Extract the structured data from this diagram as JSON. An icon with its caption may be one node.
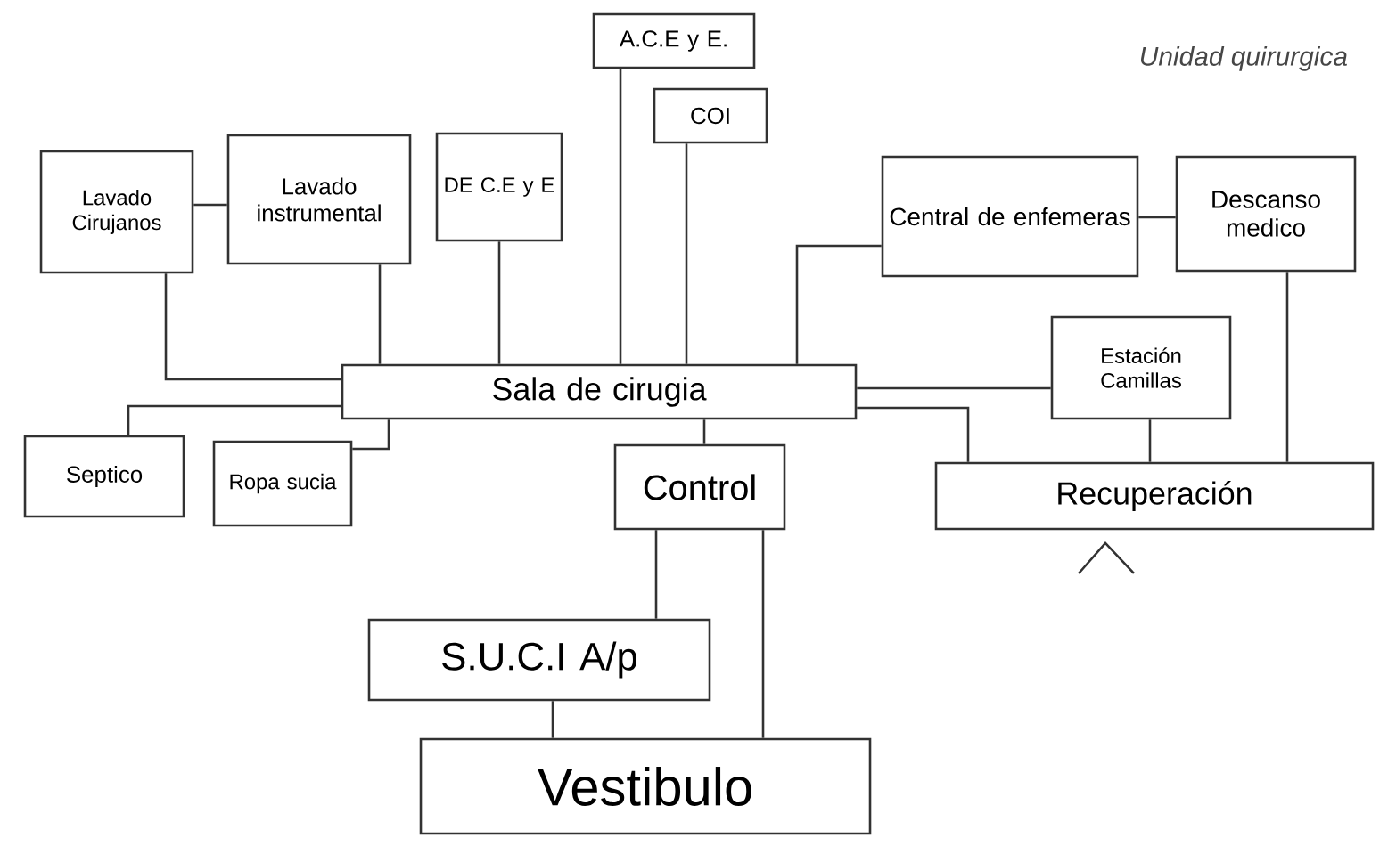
{
  "diagram": {
    "title": "Unidad quirurgica",
    "nodes": [
      {
        "text": [
          "A.C.E y E."
        ]
      },
      {
        "text": [
          "COI"
        ]
      },
      {
        "text": [
          "Lavado Cirujanos"
        ]
      },
      {
        "text": [
          "Lavado instrumental"
        ]
      },
      {
        "text": [
          "DE C.E y E"
        ]
      },
      {
        "text": [
          "Central de enfemeras"
        ]
      },
      {
        "text": [
          "Descanso medico"
        ]
      },
      {
        "text": [
          "Sala de cirugia"
        ]
      },
      {
        "text": [
          "Estación Camillas"
        ]
      },
      {
        "text": [
          "Septico"
        ]
      },
      {
        "text": [
          "Ropa sucia"
        ]
      },
      {
        "text": [
          "Control"
        ]
      },
      {
        "text": [
          "Recuperación"
        ]
      },
      {
        "text": [
          "S.U.C.I A/p"
        ]
      },
      {
        "text": [
          "Vestibulo"
        ]
      }
    ],
    "edges": [
      {
        "from": 0,
        "to": 7,
        "arrow": "none"
      },
      {
        "from": 1,
        "to": 7,
        "arrow": "none"
      },
      {
        "from": 2,
        "to": 7,
        "arrow": "none"
      },
      {
        "from": 2,
        "to": 3,
        "arrow": "none"
      },
      {
        "from": 3,
        "to": 7,
        "arrow": "none"
      },
      {
        "from": 4,
        "to": 7,
        "arrow": "none"
      },
      {
        "from": 5,
        "to": 7,
        "arrow": "none"
      },
      {
        "from": 5,
        "to": 6,
        "arrow": "none"
      },
      {
        "from": 9,
        "to": 7,
        "arrow": "none"
      },
      {
        "from": 10,
        "to": 7,
        "arrow": "none"
      },
      {
        "from": 7,
        "to": 11,
        "arrow": "none"
      },
      {
        "from": 7,
        "to": 8,
        "arrow": "none"
      },
      {
        "from": 7,
        "to": 12,
        "arrow": "none"
      },
      {
        "from": 8,
        "to": 12,
        "arrow": "none"
      },
      {
        "from": 6,
        "to": 12,
        "arrow": "none"
      },
      {
        "from": 11,
        "to": 13,
        "arrow": "none"
      },
      {
        "from": 11,
        "to": 14,
        "arrow": "none"
      },
      {
        "from": 13,
        "to": 14,
        "arrow": "none"
      }
    ]
  }
}
